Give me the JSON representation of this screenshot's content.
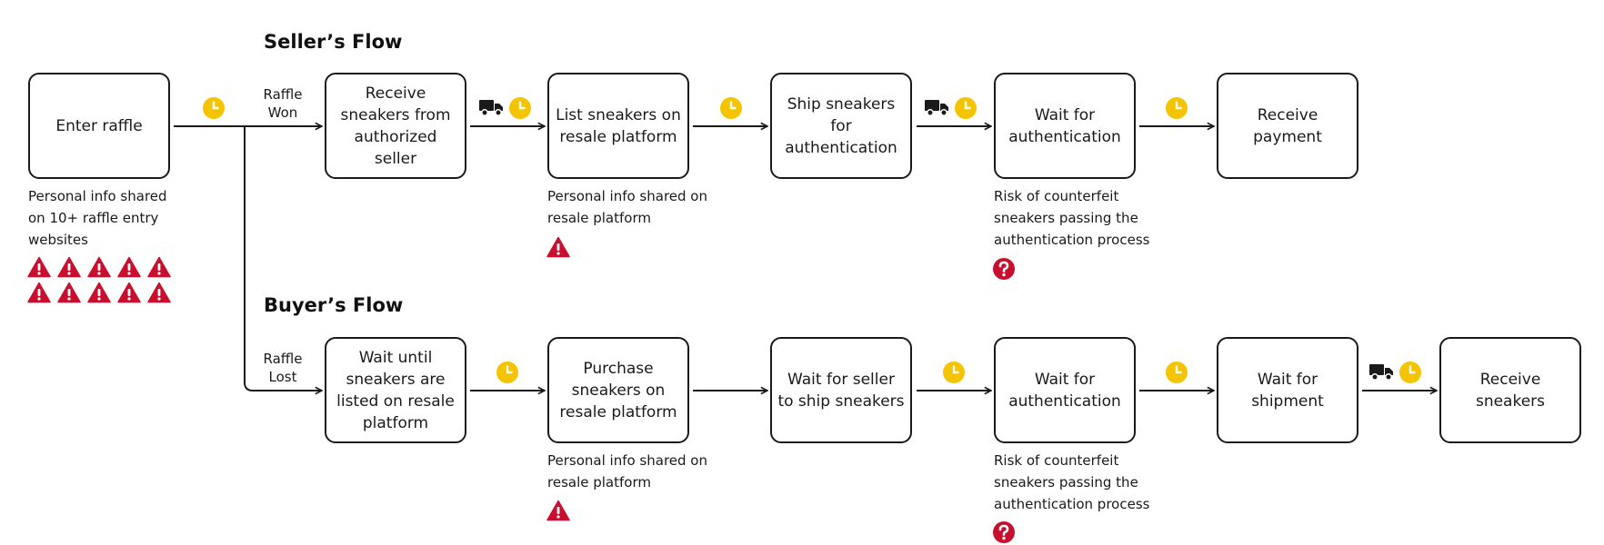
{
  "colors": {
    "line": "#1a1a1a",
    "clock": "#f5c400",
    "risk": "#c8102e",
    "truck": "#1a1a1a"
  },
  "icons": {
    "wait": "clock-icon",
    "shipping": "truck-icon",
    "risk": "warning-icon",
    "uncertain": "question-icon"
  },
  "start": {
    "label": "Enter raffle",
    "note": "Personal info shared on 10+ raffle entry websites",
    "warning_count": 10
  },
  "seller": {
    "title": "Seller’s Flow",
    "edge_label": "Raffle Won",
    "steps": [
      "Receive sneakers from authorized seller",
      "List sneakers on resale platform",
      "Ship sneakers for authentication",
      "Wait for authentication",
      "Receive payment"
    ],
    "notes": {
      "listing": "Personal info shared on resale platform",
      "authentication": "Risk of counterfeit sneakers passing the authentication process"
    }
  },
  "buyer": {
    "title": "Buyer’s Flow",
    "edge_label": "Raffle Lost",
    "steps": [
      "Wait until sneakers are listed on resale platform",
      "Purchase sneakers on resale platform",
      "Wait for seller to ship sneakers",
      "Wait for authentication",
      "Wait for shipment",
      "Receive sneakers"
    ],
    "notes": {
      "purchase": "Personal info shared on resale platform",
      "authentication": "Risk of counterfeit sneakers passing the authentication process"
    }
  }
}
